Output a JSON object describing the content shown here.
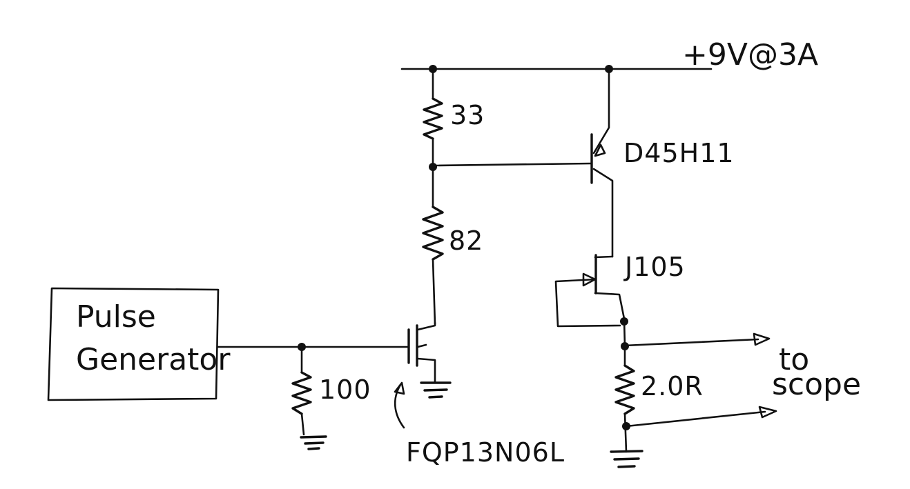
{
  "supply": {
    "label": "+9V@3A"
  },
  "components": {
    "r_top": {
      "value": "33"
    },
    "r_mid": {
      "value": "82"
    },
    "r_gate": {
      "value": "100"
    },
    "r_sense": {
      "value": "2.0R"
    },
    "transistor": {
      "part": "D45H11"
    },
    "jfet": {
      "part": "J105"
    },
    "mosfet": {
      "part": "FQP13N06L"
    }
  },
  "pulse_generator": {
    "line1": "Pulse",
    "line2": "Generator"
  },
  "output": {
    "line1": "to",
    "line2": "scope"
  }
}
